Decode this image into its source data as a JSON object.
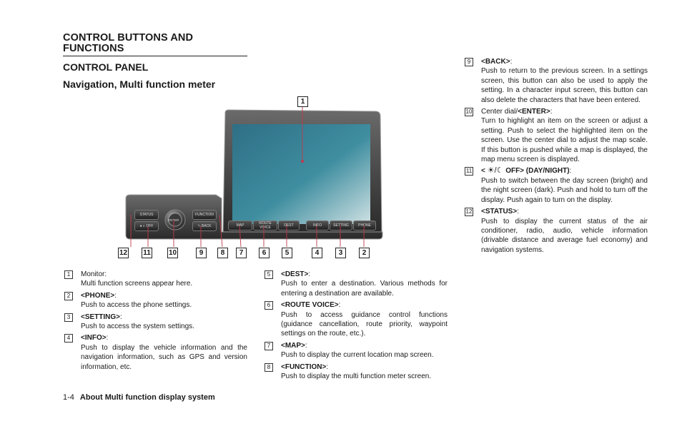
{
  "page": {
    "section_title": "CONTROL BUTTONS AND FUNCTIONS",
    "subsection_title": "CONTROL PANEL",
    "subheading": "Navigation, Multi function meter"
  },
  "figure": {
    "panel_labels": {
      "status": "STATUS",
      "off": "OFF",
      "enter": "ENTER",
      "function": "FUNCTION",
      "back": "BACK",
      "map": "MAP",
      "route": "ROUTE",
      "voice": "VOICE",
      "dest": "DEST",
      "info": "INFO",
      "setting": "SETTING",
      "phone": "PHONE"
    },
    "callouts": [
      "1",
      "12",
      "11",
      "10",
      "9",
      "8",
      "7",
      "6",
      "5",
      "4",
      "3",
      "2"
    ]
  },
  "items": [
    {
      "num": "1",
      "title": "",
      "plain": "Monitor:",
      "desc": "Multi function screens appear here."
    },
    {
      "num": "2",
      "title": "<PHONE>",
      "plain": ":",
      "desc": "Push to access the phone settings."
    },
    {
      "num": "3",
      "title": "<SETTING>",
      "plain": ":",
      "desc": "Push to access the system settings."
    },
    {
      "num": "4",
      "title": "<INFO>",
      "plain": ":",
      "desc": "Push to display the vehicle information and the navigation information, such as GPS and version information, etc."
    },
    {
      "num": "5",
      "title": "<DEST>",
      "plain": ":",
      "desc": "Push to enter a destination. Various methods for entering a destination are available."
    },
    {
      "num": "6",
      "title": "<ROUTE VOICE>",
      "plain": ":",
      "desc": "Push to access guidance control functions (guidance cancellation, route priority, waypoint settings on the route, etc.)."
    },
    {
      "num": "7",
      "title": "<MAP>",
      "plain": ":",
      "desc": "Push to display the current location map screen."
    },
    {
      "num": "8",
      "title": "<FUNCTION>",
      "plain": ":",
      "desc": "Push to display the multi function meter screen."
    },
    {
      "num": "9",
      "title": "<BACK>",
      "plain": ":",
      "desc": "Push to return to the previous screen. In a settings screen, this button can also be used to apply the setting. In a character input screen, this button can also delete the characters that have been entered."
    },
    {
      "num": "10",
      "title": "<ENTER>",
      "prefix": "Center dial/",
      "plain": ":",
      "desc": "Turn to highlight an item on the screen or adjust a setting. Push to select the highlighted item on the screen. Use the center dial to adjust the map scale. If this button is pushed while a map is displayed, the map menu screen is displayed."
    },
    {
      "num": "11",
      "title": "OFF> (DAY/NIGHT)",
      "prefix": "<",
      "plain": ":",
      "desc": "Push to switch between the day screen (bright) and the night screen (dark). Push and hold to turn off the display. Push again to turn on the display."
    },
    {
      "num": "12",
      "title": "<STATUS>",
      "plain": ":",
      "desc": "Push to display the current status of the air conditioner, radio, audio, vehicle information (drivable distance and average fuel economy) and navigation systems."
    }
  ],
  "footer": {
    "page_number": "1-4",
    "chapter": "About Multi function display system"
  }
}
